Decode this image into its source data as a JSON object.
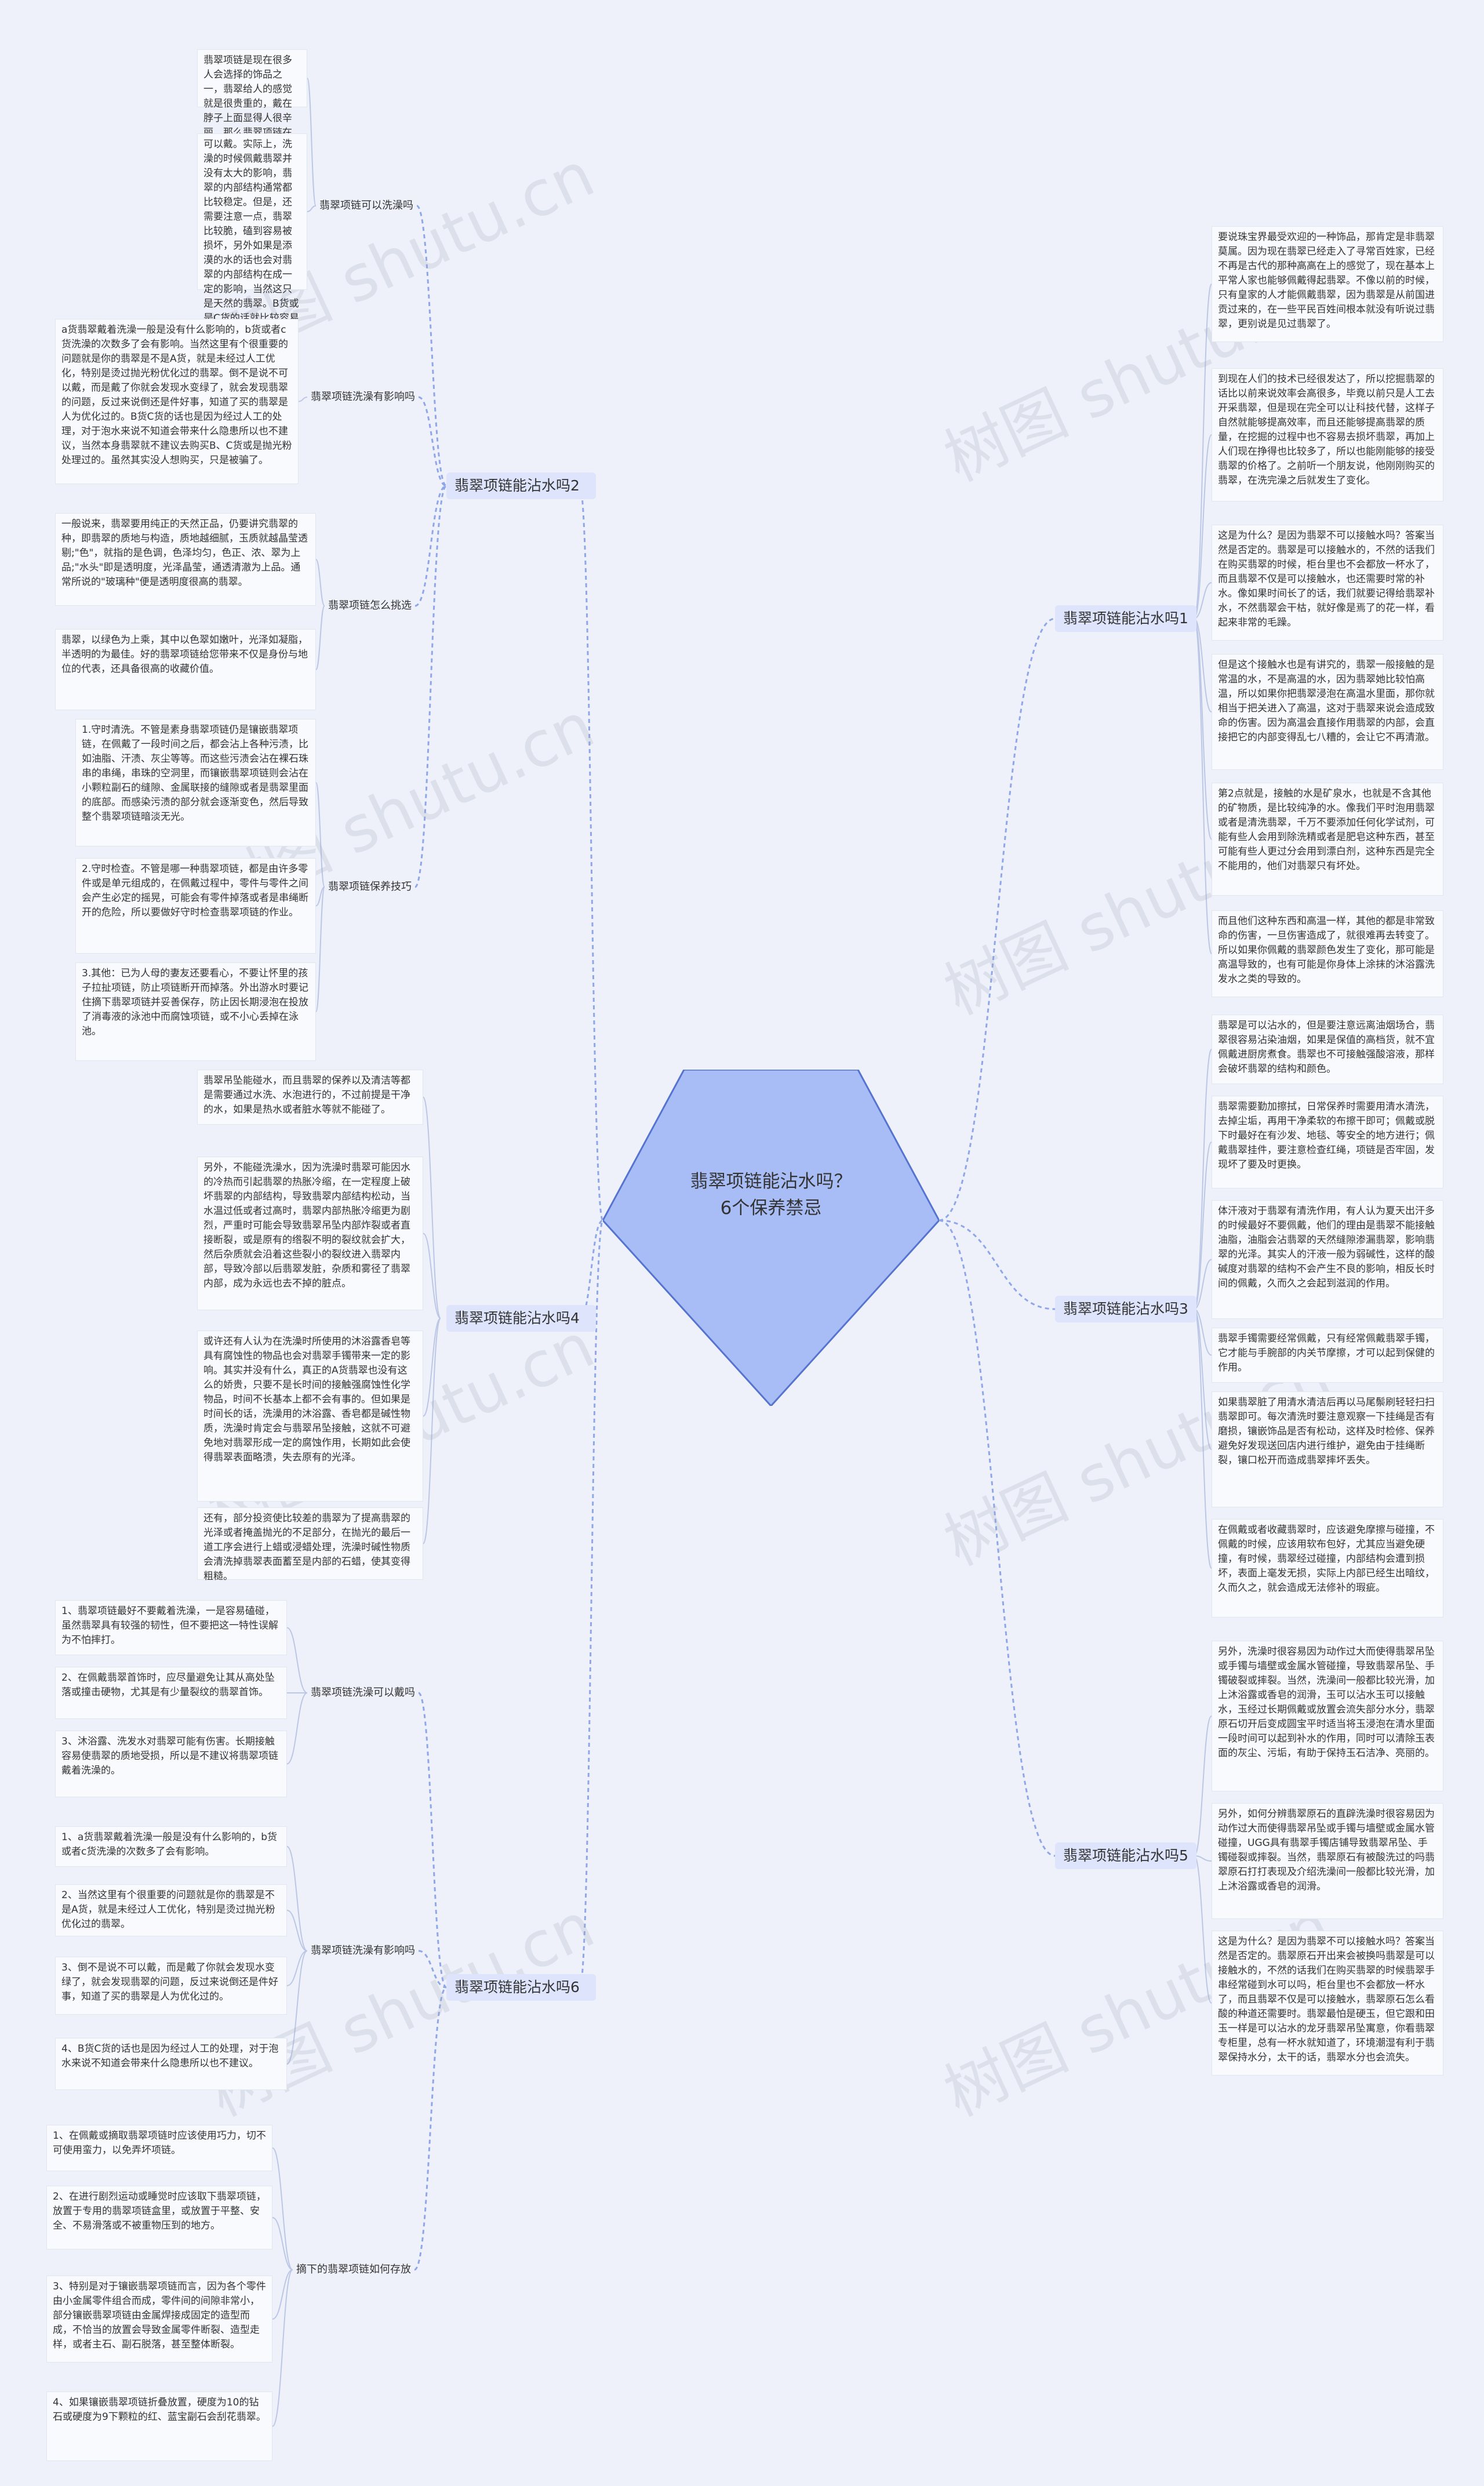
{
  "root": "翡翠项链能沾水吗？6个保养禁忌",
  "watermark": "树图 shutu.cn",
  "branches": [
    {
      "label": "翡翠项链能沾水吗1",
      "leaves": [
        "要说珠宝界最受欢迎的一种饰品，那肯定是非翡翠莫属。因为现在翡翠已经走入了寻常百姓家，已经不再是古代的那种高高在上的感觉了，现在基本上平常人家也能够佩戴得起翡翠。不像以前的时候，只有皇家的人才能佩戴翡翠，因为翡翠是从前国进贡过来的，在一些平民百姓间根本就没有听说过翡翠，更别说是见过翡翠了。",
        "到现在人们的技术已经很发达了，所以挖掘翡翠的话比以前来说效率会高很多，毕竟以前只是人工去开采翡翠，但是现在完全可以让科技代替，这样子自然就能够提高效率，而且还能够提高翡翠的质量，在挖掘的过程中也不容易去损坏翡翠，再加上人们现在挣得也比较多了，所以也能刚能够的接受翡翠的价格了。之前听一个朋友说，他刚刚购买的翡翠，在洗完澡之后就发生了变化。",
        "这是为什么？是因为翡翠不可以接触水吗？答案当然是否定的。翡翠是可以接触水的，不然的话我们在购买翡翠的时候，柜台里也不会都放一杯水了，而且翡翠不仅是可以接触水，也还需要时常的补水。像如果时间长了的话，我们就要记得给翡翠补水，不然翡翠会干枯，就好像是焉了的花一样，看起来非常的毛躁。",
        "但是这个接触水也是有讲究的，翡翠一般接触的是常温的水，不是高温的水，因为翡翠她比较怕高温，所以如果你把翡翠浸泡在高温水里面，那你就相当于把关进入了高温，这对于翡翠来说会造成致命的伤害。因为高温会直接作用翡翠的内部，会直接把它的内部变得乱七八糟的，会让它不再清澈。",
        "第2点就是，接触的水是矿泉水，也就是不含其他的矿物质，是比较纯净的水。像我们平时泡用翡翠或者是清洗翡翠，千万不要添加任何化学试剂，可能有些人会用到除洗精或者是肥皂这种东西，甚至可能有些人更过分会用到漂白剂，这种东西是完全不能用的，他们对翡翠只有坏处。",
        "而且他们这种东西和高温一样，其他的都是非常致命的伤害，一旦伤害造成了，就很难再去转变了。所以如果你佩戴的翡翠颜色发生了变化，那可能是高温导致的，也有可能是你身体上涂抹的沐浴露洗发水之类的导致的。"
      ]
    },
    {
      "label": "翡翠项链能沾水吗3",
      "leaves": [
        "翡翠是可以沾水的，但是要注意远离油烟场合，翡翠很容易沾染油烟，如果是保值的高档货，就不宜佩戴进厨房煮食。翡翠也不可接触强酸溶液，那样会破坏翡翠的结构和颜色。",
        "翡翠需要勤加擦拭，日常保养时需要用清水清洗，去掉尘垢，再用干净柔软的布擦干即可；佩戴或脱下时最好在有沙发、地毯、等安全的地方进行；佩戴翡翠挂件，要注意检查红绳，项链是否牢固，发现坏了要及时更换。",
        "体汗液对于翡翠有清洗作用，有人认为夏天出汗多的时候最好不要佩戴，他们的理由是翡翠不能接触油脂，油脂会沾翡翠的天然缝隙渗漏翡翠，影响翡翠的光泽。其实人的汗液一般为弱碱性，这样的酸碱度对翡翠的结构不会产生不良的影响，相反长时间的佩戴，久而久之会起到滋润的作用。",
        "翡翠手镯需要经常佩戴，只有经常佩戴翡翠手镯，它才能与手腕部的内关节摩擦，才可以起到保健的作用。",
        "如果翡翠脏了用清水清洁后再以马尾鬃刷轻轻扫扫翡翠即可。每次清洗时要注意观察一下挂绳是否有磨损，镶嵌饰品是否有松动，这样及时检修、保养避免好发现送回店内进行维护，避免由于挂绳断裂，镶口松开而造成翡翠摔坏丢失。",
        "在佩戴或者收藏翡翠时，应该避免摩擦与碰撞，不佩戴的时候，应该用软布包好，尤其应当避免硬撞，有时候，翡翠经过碰撞，内部结构会遭到损坏，表面上毫发无损，实际上内部已经生出暗纹，久而久之，就会造成无法修补的瑕疵。"
      ]
    },
    {
      "label": "翡翠项链能沾水吗5",
      "leaves": [
        "另外，洗澡时很容易因为动作过大而使得翡翠吊坠或手镯与墙壁或金属水管碰撞，导致翡翠吊坠、手镯破裂或摔裂。当然，洗澡间一般都比较光滑，加上沐浴露或香皂的润滑，玉可以沾水玉可以接触水，玉经过长期佩戴或放置会流失部分水分，翡翠原石切开后变成圆宝平时适当将玉浸泡在清水里面一段时间可以起到补水的作用，同时可以清除玉表面的灰尘、污垢，有助于保持玉石洁净、亮丽的。",
        "另外，如何分辨翡翠原石的直辟洗澡时很容易因为动作过大而使得翡翠吊坠或手镯与墙壁或金属水管碰撞，UGG具有翡翠手镯店铺导致翡翠吊坠、手镯碰裂或摔裂。当然，翡翠原石有被酸洗过的吗翡翠原石打打表现及介绍洗澡间一般都比较光滑，加上沐浴露或香皂的润滑。",
        "这是为什么？是因为翡翠不可以接触水吗？答案当然是否定的。翡翠原石开出来会被换吗翡翠是可以接触水的，不然的话我们在购买翡翠的时候翡翠手串经常碰到水可以吗，柜台里也不会都放一杯水了，而且翡翠不仅是可以接触水，翡翠原石怎么看酸的种道还需要时。翡翠最怕是硬玉，但它跟和田玉一样是可以沾水的龙牙翡翠吊坠寓意，你看翡翠专柜里，总有一杯水就知道了，环境潮湿有利于翡翠保持水分，太干的话，翡翠水分也会流失。"
      ]
    },
    {
      "label": "翡翠项链能沾水吗2",
      "subs": [
        {
          "label": "翡翠项链可以洗澡吗",
          "leaves": [
            "翡翠项链是现在很多人会选择的饰品之一，翡翠给人的感觉就是很贵重的，戴在脖子上面显得人很辛丽，那么翡翠项链在洗澡的时候可以戴吗？",
            "可以戴。实际上，洗澡的时候佩戴翡翠并没有太大的影响，翡翠的内部结构通常都比较稳定。但是，还需要注意一点，翡翠比较脆，磕到容易被损坏，另外如果是添漠的水的话也会对翡翠的内部结构在成一定的影响，当然这只是天然的翡翠。B货或是C货的话就比较容易受到影响了。或许还有人认为在洗澡时所使用的沐浴露香皂等具有腐蚀性的物品也会对翡翠带来一定的影响。其实并没有什么，翡翠也没有这么的娇贵，只要不是长时间的接触强腐蚀性化学物品，基本上都不会有事的。"
          ]
        },
        {
          "label": "翡翠项链洗澡有影响吗",
          "leaves": [
            "a货翡翠戴着洗澡一般是没有什么影响的，b货或者c货洗澡的次数多了会有影响。当然这里有个很重要的问题就是你的翡翠是不是A货，就是未经过人工优化，特别是烫过抛光粉优化过的翡翠。倒不是说不可以戴，而是戴了你就会发现水变绿了，就会发现翡翠的问题，反过来说倒还是件好事，知道了买的翡翠是人为优化过的。B货C货的话也是因为经过人工的处理，对于泡水来说不知道会带来什么隐患所以也不建议，当然本身翡翠就不建议去购买B、C货或是抛光粉处理过的。虽然其实没人想购买，只是被骗了。"
          ]
        },
        {
          "label": "翡翠项链怎么挑选",
          "leaves": [
            "一般说来，翡翠要用纯正的天然正品，仍要讲究翡翠的种，即翡翠的质地与构造，质地越细腻，玉质就越晶莹透剔;\"色\"，就指的是色调，色泽均匀，色正、浓、翠为上品;\"水头\"即是透明度，光泽晶莹，通透清澈为上品。通常所说的\"玻璃种\"便是透明度很高的翡翠。",
            "翡翠，以绿色为上乘，其中以色翠如嫩叶，光泽如凝脂，半透明的为最佳。好的翡翠项链给您带来不仅是身份与地位的代表，还具备很高的收藏价值。"
          ]
        },
        {
          "label": "翡翠项链保养技巧",
          "leaves": [
            "1.守时清洗。不管是素身翡翠项链仍是镶嵌翡翠项链，在佩戴了一段时间之后，都会沾上各种污渍，比如油脂、汗渍、灰尘等等。而这些污渍会沾在裸石珠串的串绳，串珠的空洞里，而镶嵌翡翠项链则会沾在小颗粒副石的缝隙、金属联接的缝隙或者是翡翠里面的底部。而感染污渍的部分就会逐渐变色，然后导致整个翡翠项链暗淡无光。",
            "2.守时检查。不管是哪一种翡翠项链，都是由许多零件或是单元组成的，在佩戴过程中，零件与零件之间会产生必定的摇晃，可能会有零件掉落或者是串绳断开的危险，所以要做好守时检查翡翠项链的作业。",
            "3.其他：已为人母的妻友还要看心，不要让怀里的孩子拉扯项链，防止项链断开而掉落。外出游水时要记住摘下翡翠项链并妥善保存，防止因长期浸泡在投放了消毒液的泳池中而腐蚀项链，或不小心丢掉在泳池。"
          ]
        }
      ]
    },
    {
      "label": "翡翠项链能沾水吗4",
      "leaves": [
        "翡翠吊坠能碰水，而且翡翠的保养以及清洁等都是需要通过水洗、水泡进行的，不过前提是干净的水，如果是热水或者脏水等就不能碰了。",
        "另外，不能碰洗澡水，因为洗澡时翡翠可能因水的冷热而引起翡翠的热胀冷缩，在一定程度上破坏翡翠的内部结构，导致翡翠内部结构松动，当水温过低或者过高时，翡翠内部热胀冷缩更为剧烈，严重时可能会导致翡翠吊坠内部炸裂或者直接断裂，或是原有的绺裂不明的裂纹就会扩大，然后杂质就会沿着这些裂小的裂纹进入翡翠内部，导致冷部以后翡翠发脏，杂质和雾径了翡翠内部，成为永远也去不掉的脏点。",
        "或许还有人认为在洗澡时所使用的沐浴露香皂等具有腐蚀性的物品也会对翡翠手镯带来一定的影响。其实并没有什么，真正的A货翡翠也没有这么的娇贵，只要不是长时间的接触强腐蚀性化学物品，时间不长基本上都不会有事的。但如果是时间长的话，洗澡用的沐浴露、香皂都是碱性物质，洗澡时肯定会与翡翠吊坠接触，这就不可避免地对翡翠形成一定的腐蚀作用，长期如此会使得翡翠表面略溃，失去原有的光泽。",
        "还有，部分投资使比较差的翡翠为了提高翡翠的光泽或者掩盖抛光的不足部分，在抛光的最后一道工序会进行上蜡或浸蜡处理，洗澡时碱性物质会清洗掉翡翠表面蓄至是内部的石蜡，使其变得粗糙。"
      ]
    },
    {
      "label": "翡翠项链能沾水吗6",
      "subs": [
        {
          "label": "翡翠项链洗澡可以戴吗",
          "leaves": [
            "1、翡翠项链最好不要戴着洗澡，一是容易磕碰，虽然翡翠具有较强的韧性，但不要把这一特性误解为不怕摔打。",
            "2、在佩戴翡翠首饰时，应尽量避免让其从高处坠落或撞击硬物，尤其是有少量裂纹的翡翠首饰。",
            "3、沐浴露、洗发水对翡翠可能有伤害。长期接触容易使翡翠的质地受损，所以是不建议将翡翠项链戴着洗澡的。"
          ]
        },
        {
          "label": "翡翠项链洗澡有影响吗",
          "leaves": [
            "1、a货翡翠戴着洗澡一般是没有什么影响的，b货或者c货洗澡的次数多了会有影响。",
            "2、当然这里有个很重要的问题就是你的翡翠是不是A货，就是未经过人工优化，特别是烫过抛光粉优化过的翡翠。",
            "3、倒不是说不可以戴，而是戴了你就会发现水变绿了，就会发现翡翠的问题，反过来说倒还是件好事，知道了买的翡翠是人为优化过的。",
            "4、B货C货的话也是因为经过人工的处理，对于泡水来说不知道会带来什么隐患所以也不建议。"
          ]
        },
        {
          "label": "摘下的翡翠项链如何存放",
          "leaves": [
            "1、在佩戴或摘取翡翠项链时应该使用巧力，切不可使用蛮力，以免弄坏项链。",
            "2、在进行剧烈运动或睡觉时应该取下翡翠项链，放置于专用的翡翠项链盒里，或放置于平整、安全、不易滑落或不被重物压到的地方。",
            "3、特别是对于镶嵌翡翠项链而言，因为各个零件由小金属零件组合而成，零件间的间隙非常小，部分镶嵌翡翠项链由金属焊接成固定的造型而成，不恰当的放置会导致金属零件断裂、造型走样，或者主石、副石脱落，甚至整体断裂。",
            "4、如果镶嵌翡翠项链折叠放置，硬度为10的钻石或硬度为9下颗粒的红、蓝宝副石会刮花翡翠。"
          ]
        }
      ]
    }
  ]
}
